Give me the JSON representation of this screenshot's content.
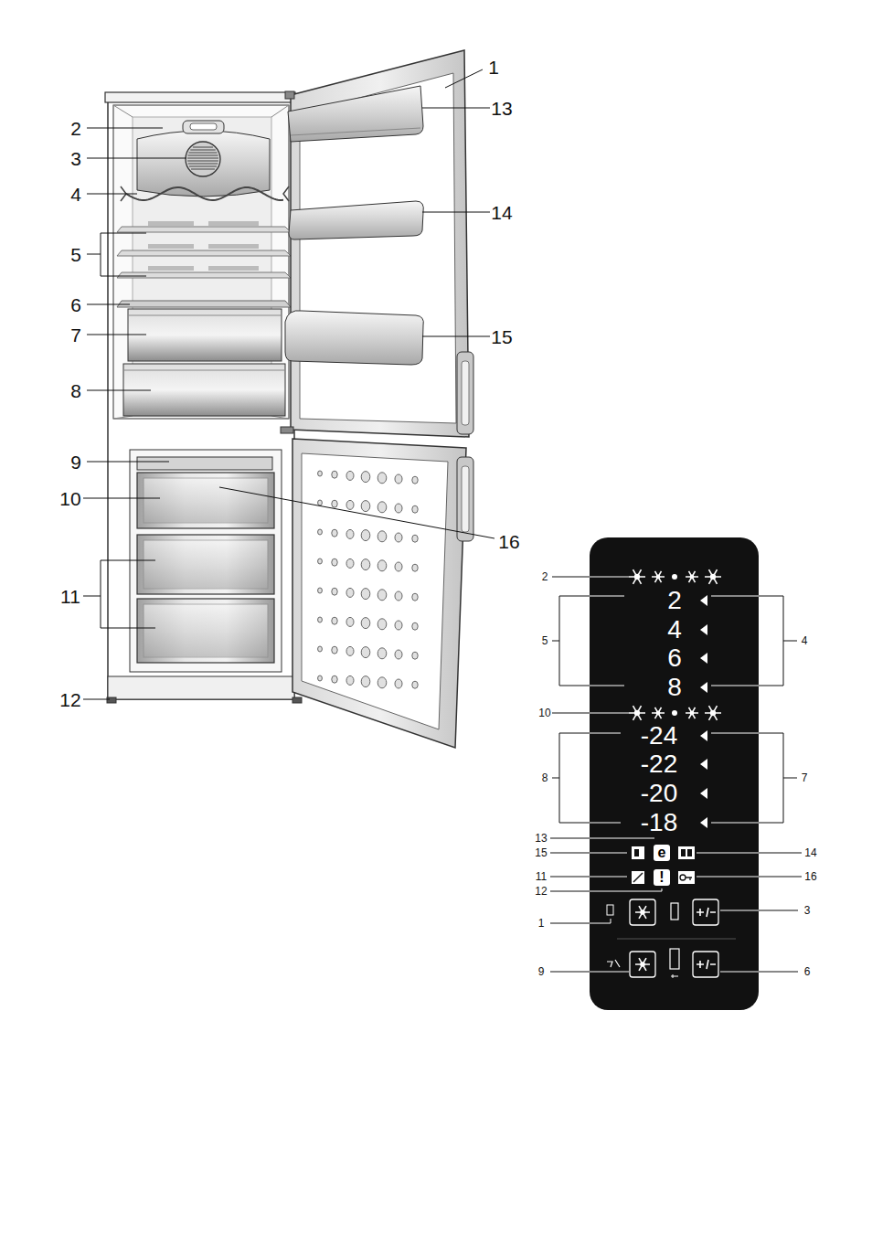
{
  "diagram": {
    "nodes": [
      {
        "text": [
          "2",
          "4",
          "6",
          "8",
          "-24",
          "-22",
          "-20",
          "-18",
          "e",
          "!"
        ]
      }
    ],
    "labels": [
      "1",
      "13",
      "2",
      "3",
      "4",
      "14",
      "5",
      "6",
      "7",
      "15",
      "8",
      "9",
      "10",
      "16",
      "11",
      "12",
      "2",
      "5",
      "4",
      "10",
      "8",
      "7",
      "13",
      "15",
      "14",
      "11",
      "16",
      "12",
      "1",
      "3",
      "9",
      "6"
    ]
  }
}
